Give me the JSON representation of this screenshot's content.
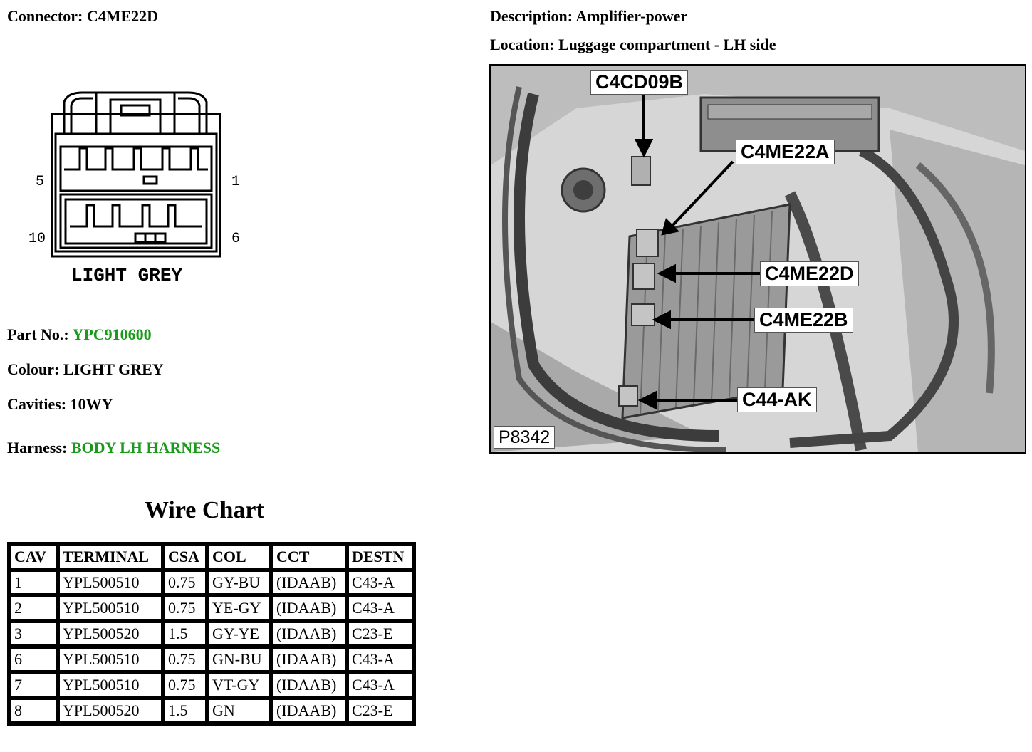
{
  "connector": {
    "label": "Connector:",
    "value": "C4ME22D"
  },
  "description": {
    "label": "Description:",
    "value": "Amplifier-power"
  },
  "location": {
    "label": "Location:",
    "value": "Luggage compartment - LH side"
  },
  "diagram": {
    "pin_labels": {
      "top_left": "5",
      "top_right": "1",
      "bottom_left": "10",
      "bottom_right": "6"
    },
    "caption": "LIGHT GREY"
  },
  "part_no": {
    "label": "Part No.:",
    "value": "YPC910600"
  },
  "colour": {
    "label": "Colour:",
    "value": "LIGHT GREY"
  },
  "cavities": {
    "label": "Cavities:",
    "value": "10WY"
  },
  "harness": {
    "label": "Harness:",
    "value": "BODY LH HARNESS"
  },
  "colors": {
    "link_green": "#1a9a1a"
  },
  "photo": {
    "callouts": {
      "c4cd09b": "C4CD09B",
      "c4me22a": "C4ME22A",
      "c4me22d": "C4ME22D",
      "c4me22b": "C4ME22B",
      "c44ak": "C44-AK"
    },
    "ref": "P8342"
  },
  "wire_chart": {
    "title": "Wire Chart",
    "headers": [
      "CAV",
      "TERMINAL",
      "CSA",
      "COL",
      "CCT",
      "DESTN"
    ],
    "rows": [
      [
        "1",
        "YPL500510",
        "0.75",
        "GY-BU",
        "(IDAAB)",
        "C43-A"
      ],
      [
        "2",
        "YPL500510",
        "0.75",
        "YE-GY",
        "(IDAAB)",
        "C43-A"
      ],
      [
        "3",
        "YPL500520",
        "1.5",
        "GY-YE",
        "(IDAAB)",
        "C23-E"
      ],
      [
        "6",
        "YPL500510",
        "0.75",
        "GN-BU",
        "(IDAAB)",
        "C43-A"
      ],
      [
        "7",
        "YPL500510",
        "0.75",
        "VT-GY",
        "(IDAAB)",
        "C43-A"
      ],
      [
        "8",
        "YPL500520",
        "1.5",
        "GN",
        "(IDAAB)",
        "C23-E"
      ]
    ]
  }
}
